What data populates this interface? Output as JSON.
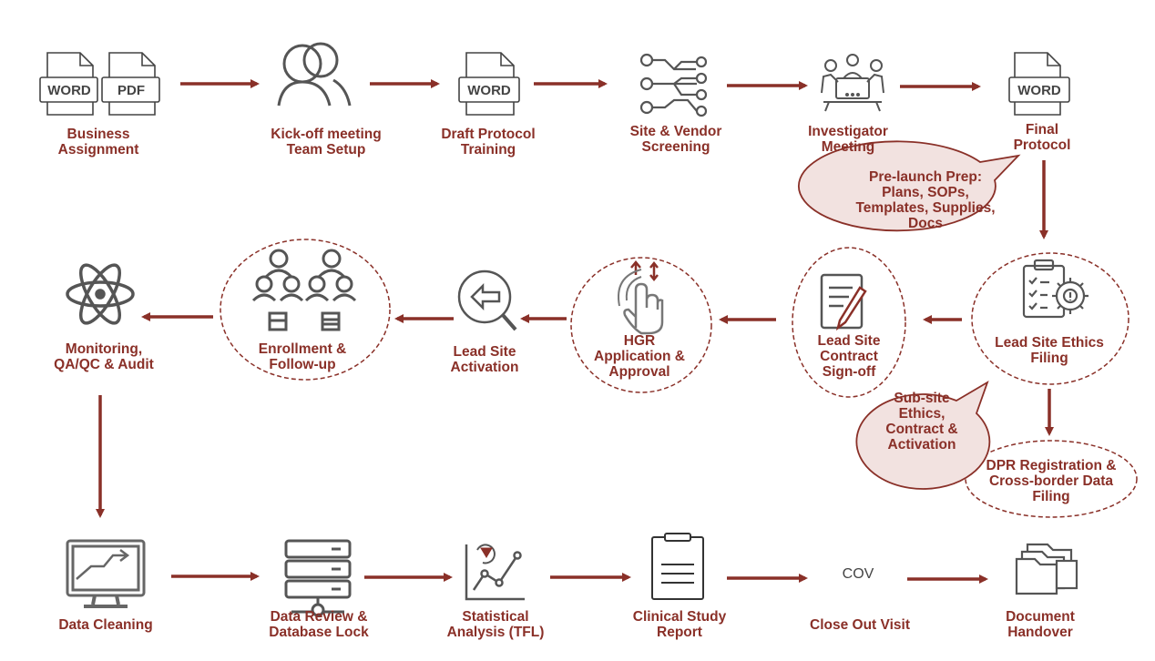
{
  "icon_badges": {
    "word": "WORD",
    "pdf": "PDF"
  },
  "steps": [
    {
      "id": "business-assignment",
      "lines": [
        "Business",
        "Assignment"
      ],
      "icon": "word-pdf-documents-icon"
    },
    {
      "id": "kickoff",
      "lines": [
        "Kick-off meeting",
        "Team Setup"
      ],
      "icon": "people-icon"
    },
    {
      "id": "draft-protocol",
      "lines": [
        "Draft Protocol",
        "Training"
      ],
      "icon": "word-document-icon"
    },
    {
      "id": "site-vendor",
      "lines": [
        "Site & Vendor",
        "Screening"
      ],
      "icon": "network-nodes-icon"
    },
    {
      "id": "investigator-meeting",
      "lines": [
        "Investigator",
        "Meeting"
      ],
      "icon": "meeting-table-icon"
    },
    {
      "id": "final-protocol",
      "lines": [
        "Final",
        "Protocol"
      ],
      "icon": "word-document-icon"
    },
    {
      "id": "lead-site-ethics",
      "lines": [
        "Lead Site Ethics",
        "Filing"
      ],
      "icon": "clipboard-gear-icon"
    },
    {
      "id": "lead-site-contract",
      "lines": [
        "Lead Site",
        "Contract",
        "Sign-off"
      ],
      "icon": "contract-pen-icon"
    },
    {
      "id": "hgr",
      "lines": [
        "HGR",
        "Application &",
        "Approval"
      ],
      "icon": "touch-hand-icon"
    },
    {
      "id": "lead-site-activation",
      "lines": [
        "Lead Site",
        "Activation"
      ],
      "icon": "magnifier-arrow-icon"
    },
    {
      "id": "enrollment",
      "lines": [
        "Enrollment &",
        "Follow-up"
      ],
      "icon": "patient-groups-icon"
    },
    {
      "id": "monitoring",
      "lines": [
        "Monitoring,",
        "QA/QC & Audit"
      ],
      "icon": "atom-icon"
    },
    {
      "id": "data-cleaning",
      "lines": [
        "Data Cleaning"
      ],
      "icon": "monitor-chart-icon"
    },
    {
      "id": "data-review",
      "lines": [
        "Data Review &",
        "Database Lock"
      ],
      "icon": "database-server-icon"
    },
    {
      "id": "statistical-analysis",
      "lines": [
        "Statistical",
        "Analysis (TFL)"
      ],
      "icon": "stats-chart-icon"
    },
    {
      "id": "csr",
      "lines": [
        "Clinical Study",
        "Report"
      ],
      "icon": "clipboard-lines-icon"
    },
    {
      "id": "close-out",
      "lines": [
        "Close Out Visit"
      ],
      "icon": "cov-text-icon"
    },
    {
      "id": "document-handover",
      "lines": [
        "Document",
        "Handover"
      ],
      "icon": "folders-icon"
    }
  ],
  "cov_text": "COV",
  "callouts": {
    "prelaunch": [
      "Pre-launch Prep:",
      "Plans, SOPs,",
      "Templates, Supplies,",
      "Docs"
    ],
    "subsite": [
      "Sub-site",
      "Ethics,",
      "Contract &",
      "Activation"
    ],
    "dpr": [
      "DPR Registration &",
      "Cross-border Data",
      "Filing"
    ]
  },
  "colors": {
    "accent": "#8a3028",
    "icon": "#555555",
    "bubble_fill": "#f2e2e0"
  }
}
